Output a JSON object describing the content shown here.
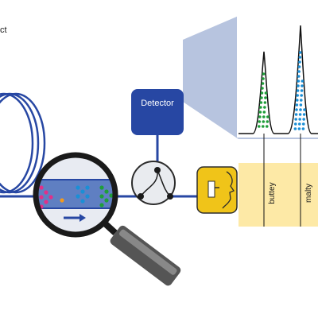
{
  "header": {
    "partial_title": "ct"
  },
  "detector": {
    "label": "Detector"
  },
  "chromatogram": {
    "peaks": [
      {
        "label": "buttey",
        "color": "#1f9e3a"
      },
      {
        "label": "malty",
        "color": "#1b8fd6"
      }
    ]
  },
  "sample_dots": {
    "colors": {
      "pink": "#e0308a",
      "orange": "#f39a1e",
      "blue": "#1b8fd6",
      "green": "#1f9e3a"
    }
  },
  "colors": {
    "line": "#2747a3",
    "detector_fill": "#2747a3",
    "panel_fill": "#b7c4df",
    "olfactory_band": "#fde9a6",
    "olfactory_box": "#f0c419"
  },
  "icons": {
    "coil": "gc-column-coil-icon",
    "magnifier": "magnifying-glass-icon",
    "valve": "splitter-valve-icon",
    "sniff": "olfactometry-nose-icon"
  }
}
